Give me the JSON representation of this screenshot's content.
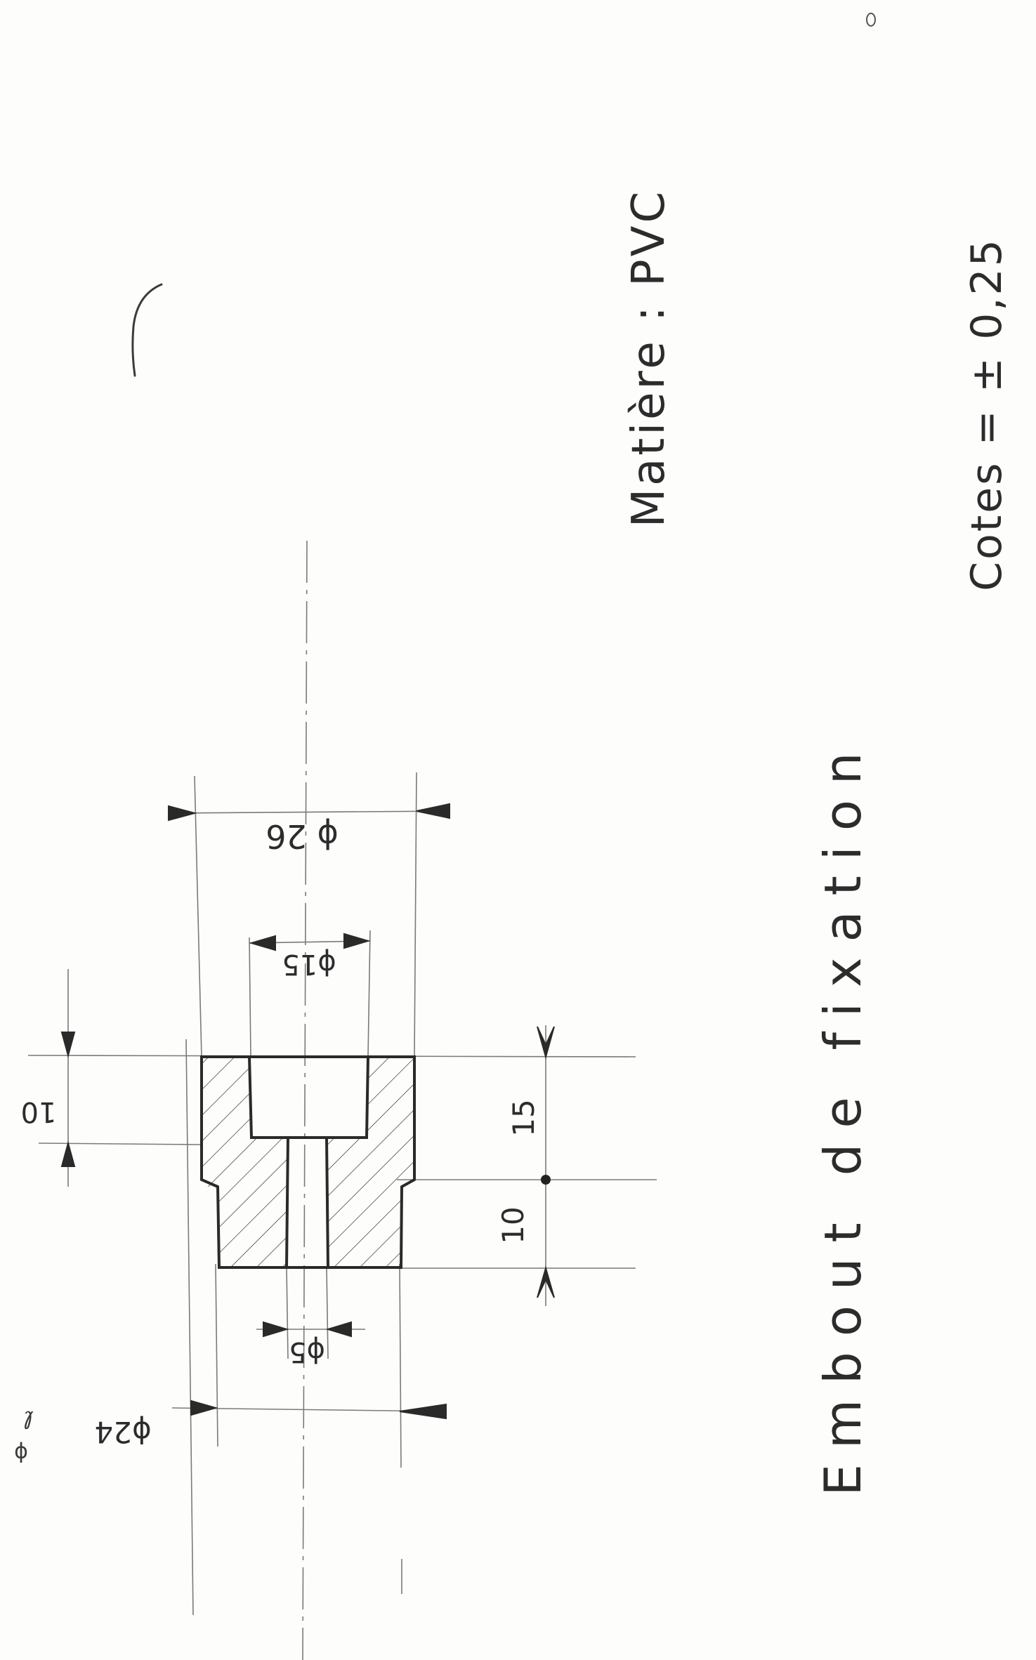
{
  "notes": {
    "material": "Matière : PVC",
    "tolerance": "Cotes = ± 0,25",
    "title": "Embout de fixation"
  },
  "dimensions": {
    "dia_26": "ϕ 26",
    "dia_15": "ϕ15",
    "dia_5": "ϕ5",
    "dia_24": "ϕ24",
    "len_10_top": "10",
    "len_15": "15",
    "len_10_bottom": "10"
  },
  "marginalia": {
    "corner_mark": "ϕ",
    "margin_scribble": "ℓ"
  }
}
